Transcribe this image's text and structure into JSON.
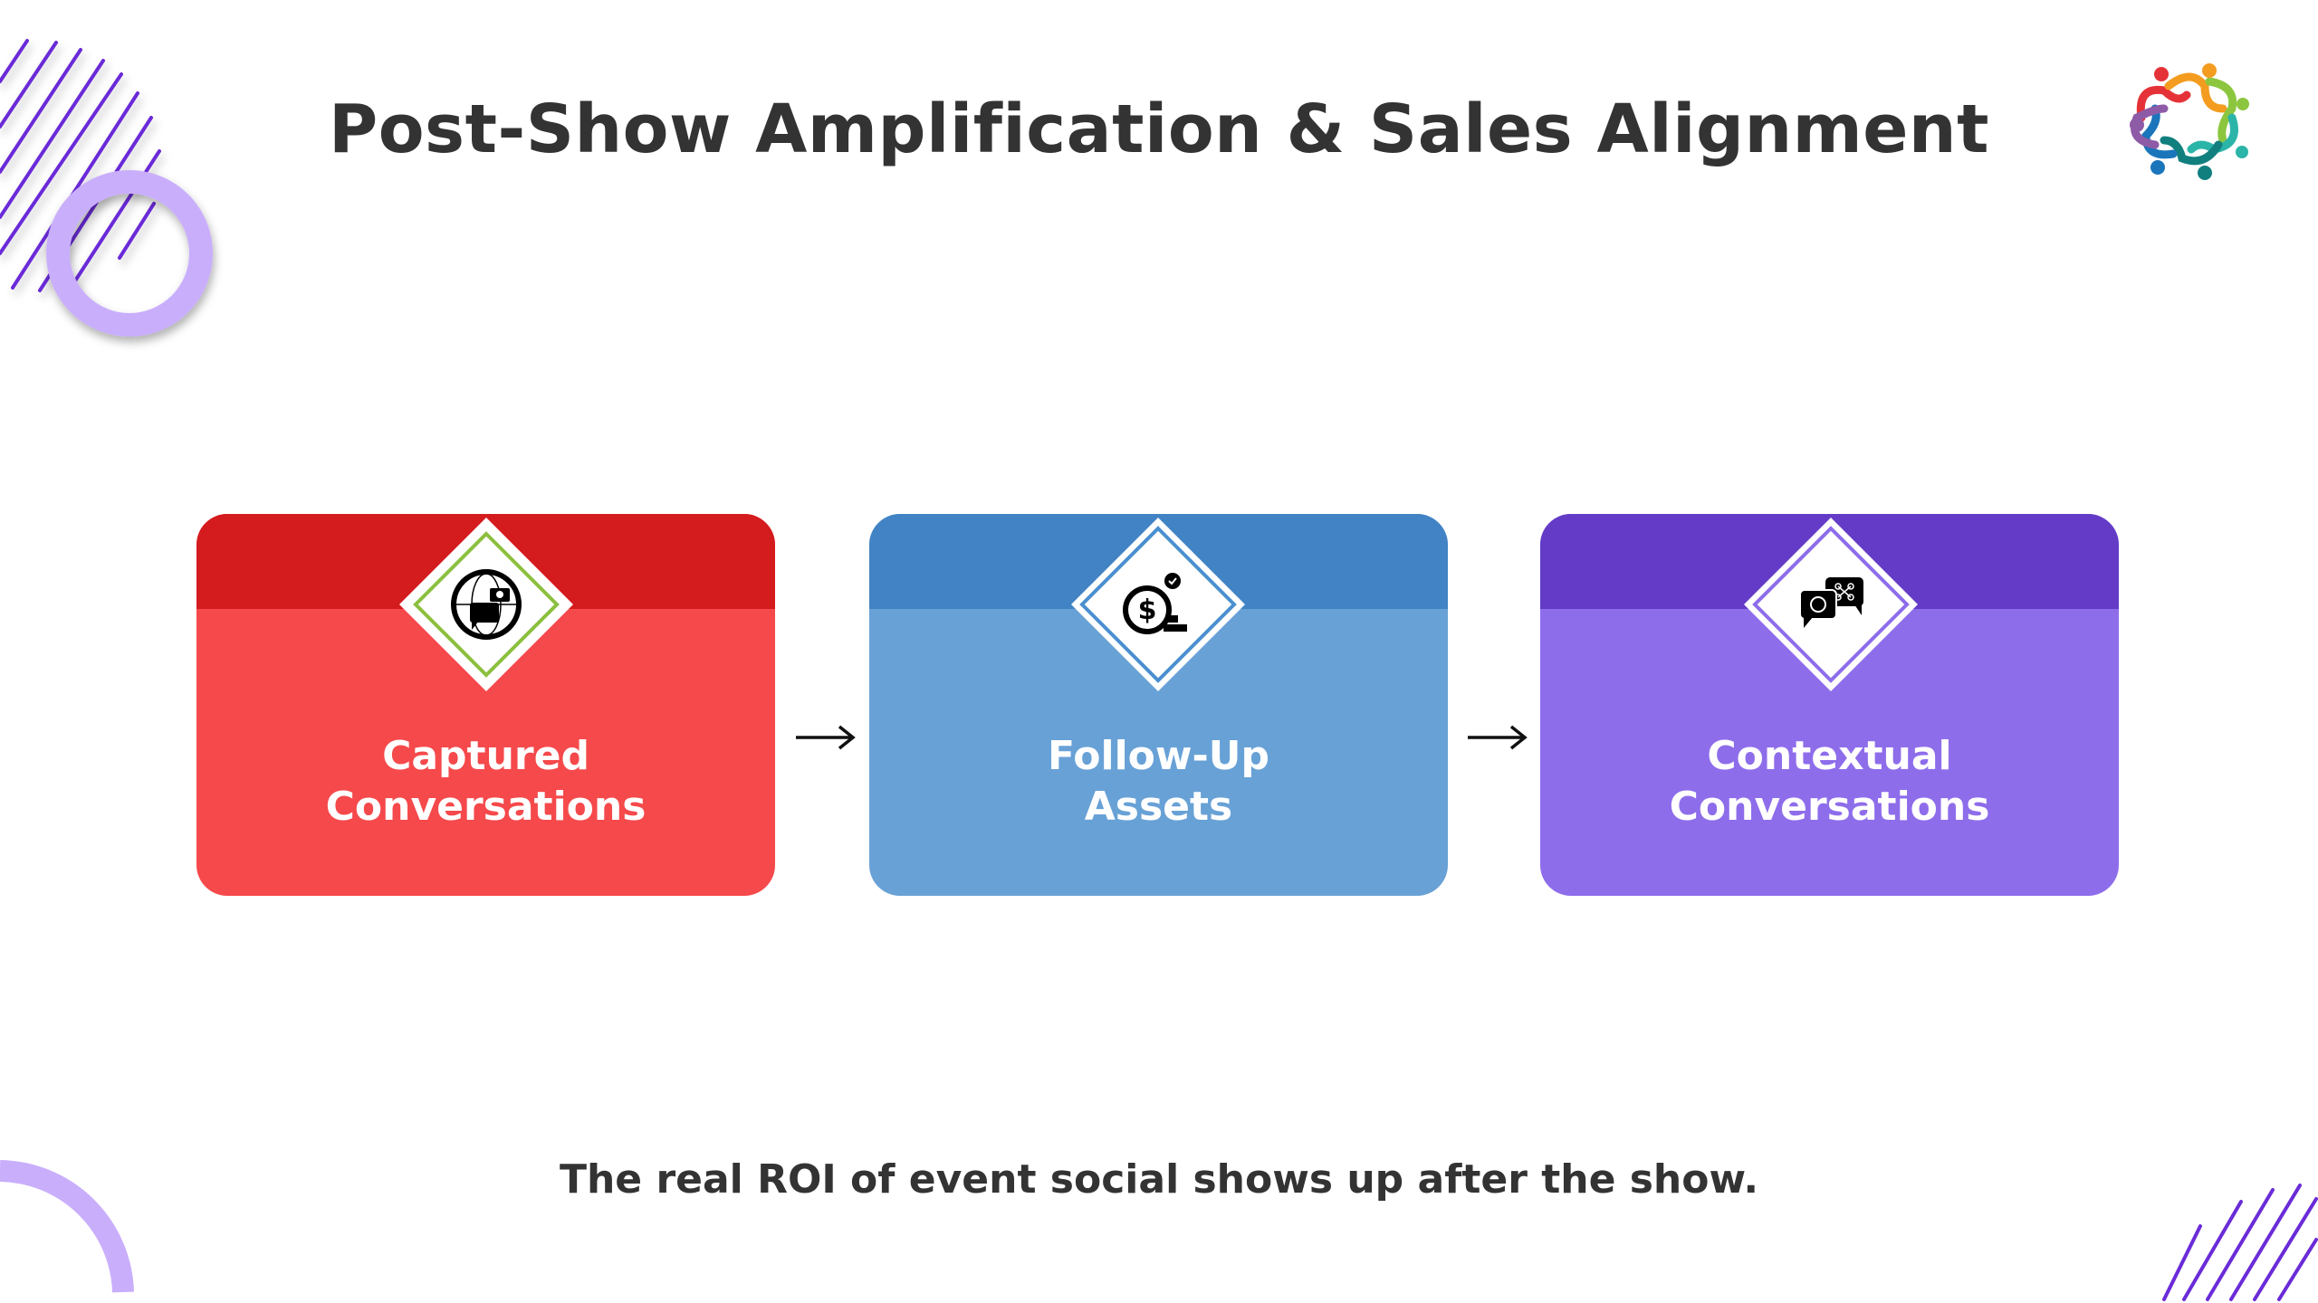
{
  "title": "Post-Show Amplification & Sales Alignment",
  "subtitle": "The real ROI of event social shows up after the show.",
  "logo": {
    "icon": "people-circle-logo-icon",
    "colors": [
      "#e53238",
      "#f39c1f",
      "#8cc63f",
      "#2bb5a8",
      "#127f7f",
      "#1a75bb",
      "#8e5ba6"
    ]
  },
  "steps": [
    {
      "line1": "Captured",
      "line2": "Conversations",
      "icon": "globe-camera-chat-icon",
      "band_color": "#d41b1e",
      "body_color": "#f5494b",
      "accent": "#8cbf3f"
    },
    {
      "line1": "Follow-Up",
      "line2": "Assets",
      "icon": "dollar-cycle-growth-icon",
      "band_color": "#4183c4",
      "body_color": "#68a1d6",
      "accent": "#4a90d0"
    },
    {
      "line1": "Contextual",
      "line2": "Conversations",
      "icon": "chat-bubbles-network-icon",
      "band_color": "#643bc6",
      "body_color": "#8e6deb",
      "accent": "#8e6deb"
    }
  ],
  "arrow_icon": "arrow-right-icon",
  "decor_color": "#6a2bd8",
  "ring_color": "#c9aefc"
}
